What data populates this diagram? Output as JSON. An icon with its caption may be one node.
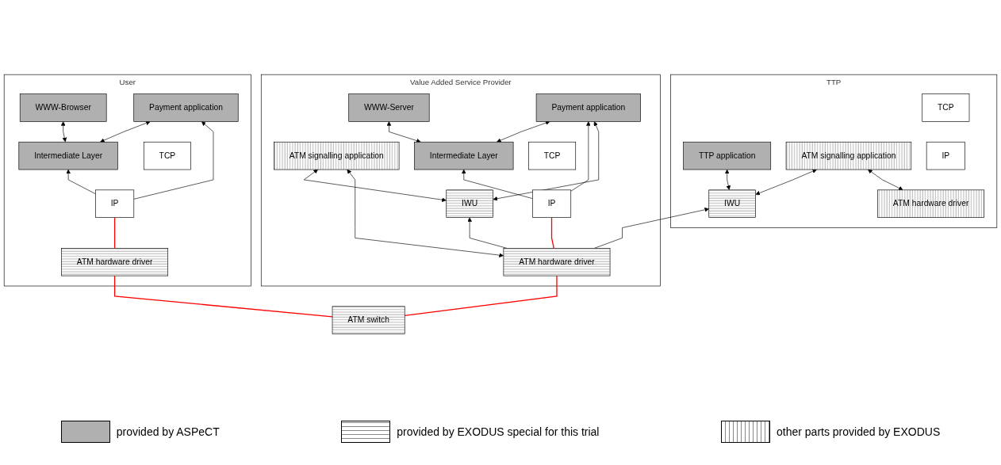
{
  "diagram": {
    "nodes": [
      {
        "text": [
          "User"
        ]
      },
      {
        "text": [
          "WWW-Browser"
        ],
        "in": 0
      },
      {
        "text": [
          "Payment application"
        ],
        "in": 0
      },
      {
        "text": [
          "Intermediate Layer"
        ],
        "in": 0
      },
      {
        "text": [
          "TCP"
        ],
        "in": 0
      },
      {
        "text": [
          "IP"
        ],
        "in": 0
      },
      {
        "text": [
          "ATM hardware driver"
        ],
        "in": 0
      },
      {
        "text": [
          "Value Added Service Provider"
        ]
      },
      {
        "text": [
          "WWW-Server"
        ],
        "in": 7
      },
      {
        "text": [
          "Payment application"
        ],
        "in": 7
      },
      {
        "text": [
          "ATM signalling application"
        ],
        "in": 7
      },
      {
        "text": [
          "Intermediate Layer"
        ],
        "in": 7
      },
      {
        "text": [
          "IWU"
        ],
        "in": 7
      },
      {
        "text": [
          "TCP"
        ],
        "in": 7
      },
      {
        "text": [
          "IP"
        ],
        "in": 7
      },
      {
        "text": [
          "ATM hardware driver"
        ],
        "in": 7
      },
      {
        "text": [
          "TTP"
        ]
      },
      {
        "text": [
          "TTP application"
        ],
        "in": 16
      },
      {
        "text": [
          "ATM signalling application"
        ],
        "in": 16
      },
      {
        "text": [
          "IWU"
        ],
        "in": 16
      },
      {
        "text": [
          "TCP"
        ],
        "in": 16
      },
      {
        "text": [
          "IP"
        ],
        "in": 16
      },
      {
        "text": [
          "ATM hardware driver"
        ],
        "in": 16
      },
      {
        "text": [
          "ATM switch"
        ]
      }
    ],
    "edges": [
      {
        "from": 3,
        "to": 1,
        "arrow": "both"
      },
      {
        "from": 3,
        "to": 2,
        "arrow": "both"
      },
      {
        "from": 5,
        "to": 3,
        "arrow": "to"
      },
      {
        "from": 5,
        "to": 2,
        "arrow": "to"
      },
      {
        "from": 6,
        "to": 5,
        "arrow": "none",
        "color": "#ff0000"
      },
      {
        "from": 23,
        "to": 6,
        "arrow": "none",
        "color": "#ff0000"
      },
      {
        "from": 11,
        "to": 8,
        "arrow": "both"
      },
      {
        "from": 11,
        "to": 9,
        "arrow": "both"
      },
      {
        "from": 14,
        "to": 11,
        "arrow": "to"
      },
      {
        "from": 14,
        "to": 9,
        "arrow": "to"
      },
      {
        "from": 12,
        "to": 9,
        "arrow": "both"
      },
      {
        "from": 12,
        "to": 10,
        "arrow": "both"
      },
      {
        "from": 15,
        "to": 10,
        "arrow": "both"
      },
      {
        "from": 15,
        "to": 12,
        "arrow": "to"
      },
      {
        "from": 15,
        "to": 14,
        "arrow": "none",
        "color": "#ff0000"
      },
      {
        "from": 23,
        "to": 15,
        "arrow": "none",
        "color": "#ff0000"
      },
      {
        "from": 15,
        "to": 19,
        "arrow": "to"
      },
      {
        "from": 19,
        "to": 17,
        "arrow": "both"
      },
      {
        "from": 19,
        "to": 18,
        "arrow": "both"
      },
      {
        "from": 22,
        "to": 18,
        "arrow": "both"
      }
    ],
    "legend": [
      {
        "text": "provided by ASPeCT",
        "color": "#b0b0b0"
      },
      {
        "text": "provided by EXODUS special for this trial"
      },
      {
        "text": "other parts provided by EXODUS"
      }
    ]
  }
}
